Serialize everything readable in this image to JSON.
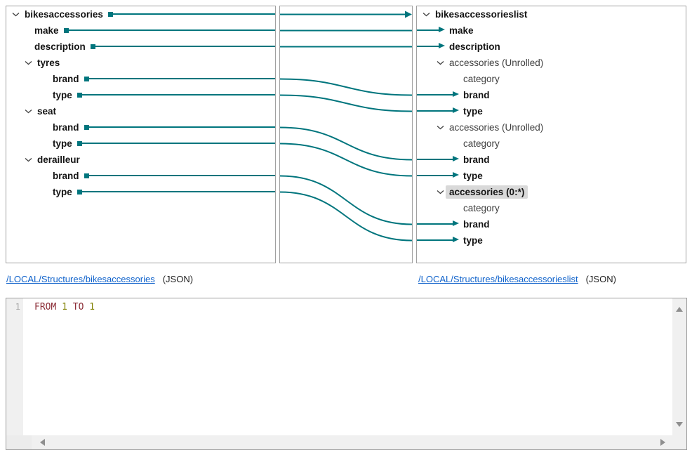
{
  "colors": {
    "mapping_teal": "#00757d",
    "link_blue": "#0f62cb",
    "selected_highlight": "#d9d9d9",
    "panel_border": "#a0a0a0",
    "keyword_red": "#8b2c36",
    "number_olive": "#808000"
  },
  "source_panel": {
    "rows": [
      {
        "label": "bikesaccessories",
        "level": 0,
        "parent": true,
        "bold": true,
        "mapped": true
      },
      {
        "label": "make",
        "level": 1,
        "parent": false,
        "bold": true,
        "mapped": true
      },
      {
        "label": "description",
        "level": 1,
        "parent": false,
        "bold": true,
        "mapped": true
      },
      {
        "label": "tyres",
        "level": 1,
        "parent": true,
        "bold": true,
        "mapped": false
      },
      {
        "label": "brand",
        "level": 2,
        "parent": false,
        "bold": true,
        "mapped": true
      },
      {
        "label": "type",
        "level": 2,
        "parent": false,
        "bold": true,
        "mapped": true
      },
      {
        "label": "seat",
        "level": 1,
        "parent": true,
        "bold": true,
        "mapped": false
      },
      {
        "label": "brand",
        "level": 2,
        "parent": false,
        "bold": true,
        "mapped": true
      },
      {
        "label": "type",
        "level": 2,
        "parent": false,
        "bold": true,
        "mapped": true
      },
      {
        "label": "derailleur",
        "level": 1,
        "parent": true,
        "bold": true,
        "mapped": false
      },
      {
        "label": "brand",
        "level": 2,
        "parent": false,
        "bold": true,
        "mapped": true
      },
      {
        "label": "type",
        "level": 2,
        "parent": false,
        "bold": true,
        "mapped": true
      }
    ],
    "link": {
      "text": "/LOCAL/Structures/bikesaccessories",
      "format": "(JSON)"
    }
  },
  "target_panel": {
    "rows": [
      {
        "label": "bikesaccessorieslist",
        "level": 0,
        "parent": true,
        "bold": true,
        "arrow": false,
        "highlighted": false
      },
      {
        "label": "make",
        "level": 1,
        "parent": false,
        "bold": true,
        "arrow": true,
        "highlighted": false
      },
      {
        "label": "description",
        "level": 1,
        "parent": false,
        "bold": true,
        "arrow": true,
        "highlighted": false
      },
      {
        "label": "accessories (Unrolled)",
        "level": 1,
        "parent": true,
        "bold": false,
        "arrow": false,
        "highlighted": false
      },
      {
        "label": "category",
        "level": 2,
        "parent": false,
        "bold": false,
        "arrow": false,
        "highlighted": false
      },
      {
        "label": "brand",
        "level": 2,
        "parent": false,
        "bold": true,
        "arrow": true,
        "highlighted": false
      },
      {
        "label": "type",
        "level": 2,
        "parent": false,
        "bold": true,
        "arrow": true,
        "highlighted": false
      },
      {
        "label": "accessories (Unrolled)",
        "level": 1,
        "parent": true,
        "bold": false,
        "arrow": false,
        "highlighted": false
      },
      {
        "label": "category",
        "level": 2,
        "parent": false,
        "bold": false,
        "arrow": false,
        "highlighted": false
      },
      {
        "label": "brand",
        "level": 2,
        "parent": false,
        "bold": true,
        "arrow": true,
        "highlighted": false
      },
      {
        "label": "type",
        "level": 2,
        "parent": false,
        "bold": true,
        "arrow": true,
        "highlighted": false
      },
      {
        "label": "accessories (0:*)",
        "level": 1,
        "parent": true,
        "bold": true,
        "arrow": false,
        "highlighted": true
      },
      {
        "label": "category",
        "level": 2,
        "parent": false,
        "bold": false,
        "arrow": false,
        "highlighted": false
      },
      {
        "label": "brand",
        "level": 2,
        "parent": false,
        "bold": true,
        "arrow": true,
        "highlighted": false
      },
      {
        "label": "type",
        "level": 2,
        "parent": false,
        "bold": true,
        "arrow": true,
        "highlighted": false
      }
    ],
    "link": {
      "text": "/LOCAL/Structures/bikesaccessorieslist",
      "format": "(JSON)"
    }
  },
  "mappings": [
    {
      "from": 0,
      "to": 0,
      "head_in_canvas": true
    },
    {
      "from": 1,
      "to": 1,
      "head_in_canvas": false
    },
    {
      "from": 2,
      "to": 2,
      "head_in_canvas": false
    },
    {
      "from": 4,
      "to": 5,
      "head_in_canvas": false
    },
    {
      "from": 5,
      "to": 6,
      "head_in_canvas": false
    },
    {
      "from": 7,
      "to": 9,
      "head_in_canvas": false
    },
    {
      "from": 8,
      "to": 10,
      "head_in_canvas": false
    },
    {
      "from": 10,
      "to": 13,
      "head_in_canvas": false
    },
    {
      "from": 11,
      "to": 14,
      "head_in_canvas": false
    }
  ],
  "expression_editor": {
    "line_number": "1",
    "tokens": [
      {
        "text": "FROM",
        "type": "keyword"
      },
      {
        "text": " ",
        "type": "plain"
      },
      {
        "text": "1",
        "type": "number"
      },
      {
        "text": " ",
        "type": "plain"
      },
      {
        "text": "TO",
        "type": "keyword"
      },
      {
        "text": " ",
        "type": "plain"
      },
      {
        "text": "1",
        "type": "number"
      }
    ]
  }
}
